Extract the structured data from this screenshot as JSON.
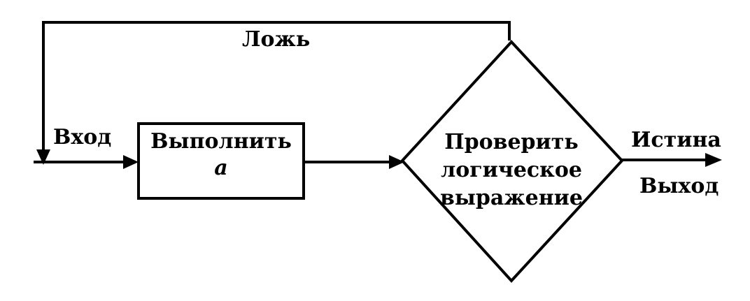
{
  "diagram": {
    "labels": {
      "false_branch": "Ложь",
      "input": "Вход",
      "true_branch": "Истина",
      "output": "Выход"
    },
    "process_box": {
      "line1": "Выполнить",
      "line2": "a"
    },
    "decision": {
      "line1": "Проверить",
      "line2": "логическое",
      "line3": "выражение"
    }
  }
}
